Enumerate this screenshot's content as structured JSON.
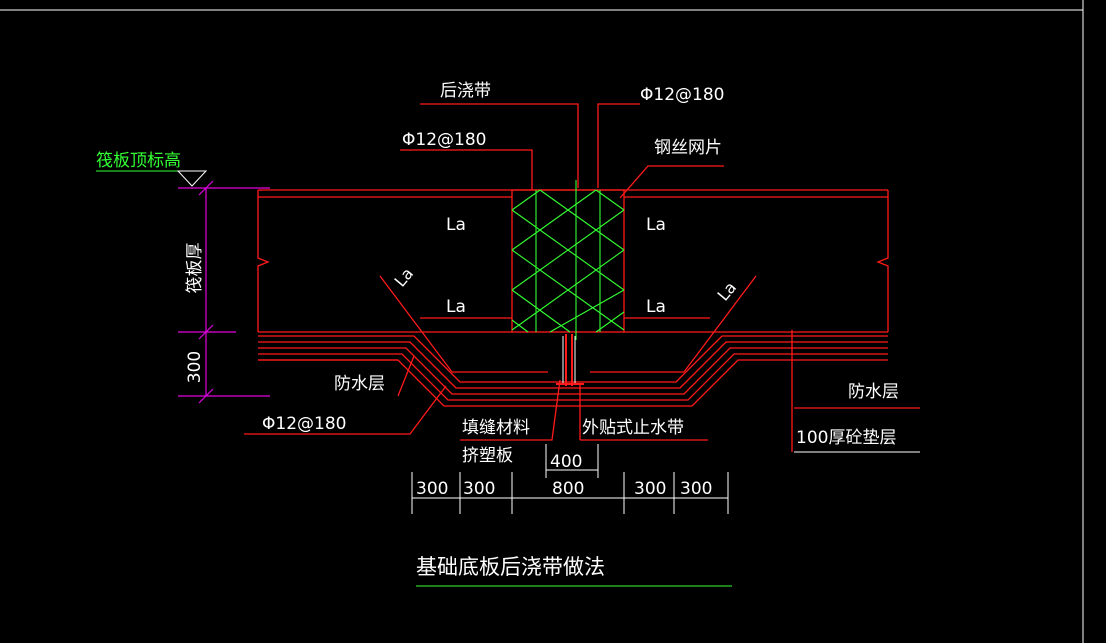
{
  "title": "基础底板后浇带做法",
  "labels": {
    "top_elevation": "筏板顶标高",
    "slab_thickness": "筏板厚",
    "dim_300_vertical": "300",
    "post_cast_strip": "后浇带",
    "rebar_top_right": "Φ12@180",
    "rebar_top_left": "Φ12@180",
    "steel_mesh": "钢丝网片",
    "la_top_left": "La",
    "la_top_right": "La",
    "la_bottom_left": "La",
    "la_bottom_right": "La",
    "la_slant_left": "La",
    "la_slant_right": "La",
    "waterproof_left": "防水层",
    "waterproof_right": "防水层",
    "rebar_bottom_left": "Φ12@180",
    "joint_filler": "填缝材料",
    "extruded_board": "挤塑板",
    "waterstop": "外贴式止水带",
    "cushion": "100厚砼垫层",
    "dim_400": "400"
  },
  "dimensions": [
    "300",
    "300",
    "800",
    "300",
    "300"
  ],
  "colors": {
    "background": "#000000",
    "line": "#ff1a1a",
    "text": "#ffffff",
    "accent": "#33ff33",
    "dimension": "#e000e0"
  }
}
